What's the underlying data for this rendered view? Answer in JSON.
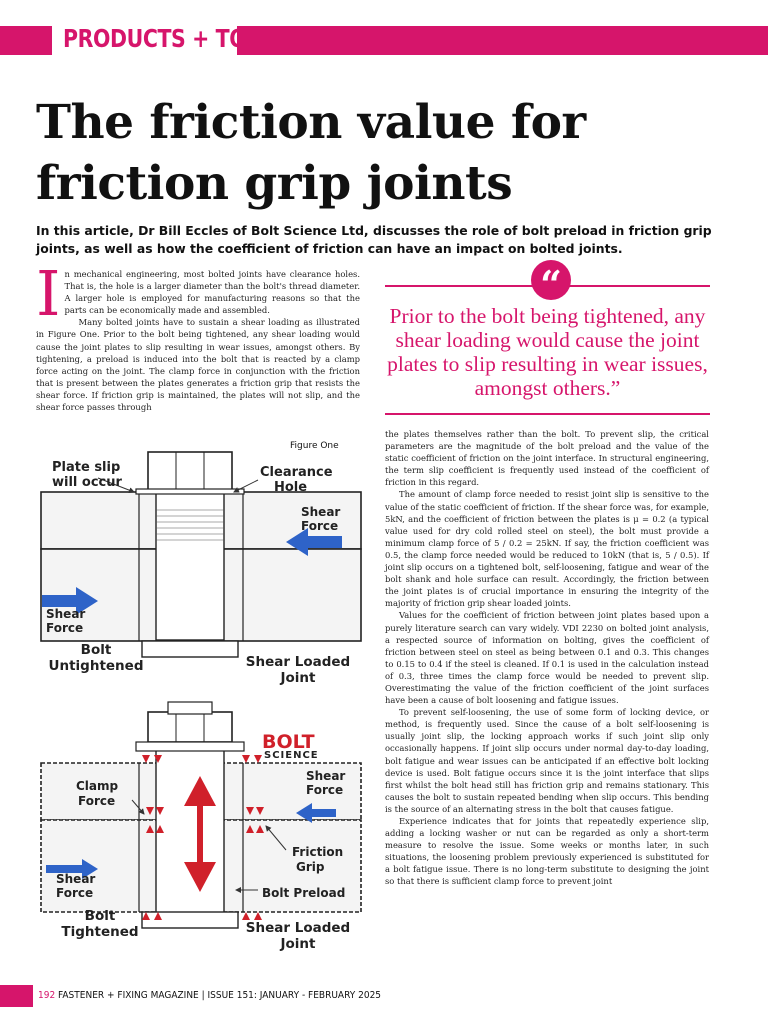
{
  "header": {
    "section": "PRODUCTS + TOOLS",
    "accent_color": "#d6156b"
  },
  "article": {
    "title": "The friction value for friction grip joints",
    "standfirst": "In this article, Dr Bill Eccles of Bolt Science Ltd, discusses the role of bolt preload in friction grip joints, as well as how the coefficient of friction can have an impact on bolted joints.",
    "dropcap": "I",
    "col1_p1": "n mechanical engineering, most bolted joints have clearance holes. That is, the hole is a larger diameter than the bolt's thread diameter. A larger hole is employed for manufacturing reasons so that the parts can be economically made and assembled.",
    "col1_p2": "Many bolted joints have to sustain a shear loading as illustrated in Figure One. Prior to the bolt being tightened, any shear loading would cause the joint plates to slip resulting in wear issues, amongst others. By tightening, a preload is induced into the bolt that is reacted by a clamp force acting on the joint. The clamp force in conjunction with the friction that is present between the plates generates a friction grip that resists the shear force. If friction grip is maintained, the plates will not slip, and the shear force passes through",
    "col2_p1": "the plates themselves rather than the bolt. To prevent slip, the critical parameters are the magnitude of the bolt preload and the value of the static coefficient of friction on the joint interface. In structural engineering, the term slip coefficient is frequently used instead of the coefficient of friction in this regard.",
    "col2_p2": "The amount of clamp force needed to resist joint slip is sensitive to the value of the static coefficient of friction. If the shear force was, for example, 5kN, and the coefficient of friction between the plates is μ = 0.2 (a typical value used for dry cold rolled steel on steel), the bolt must provide a minimum clamp force of 5 / 0.2 = 25kN. If say, the friction coefficient was 0.5, the clamp force needed would be reduced to 10kN (that is, 5 / 0.5). If joint slip occurs on a tightened bolt, self-loosening, fatigue and wear of the bolt shank and hole surface can result. Accordingly, the friction between the joint plates is of crucial importance in ensuring the integrity of the majority of friction grip shear loaded joints.",
    "col2_p3": "Values for the coefficient of friction between joint plates based upon a purely literature search can vary widely. VDI 2230 on bolted joint analysis, a respected source of information on bolting, gives the coefficient of friction between steel on steel as being between 0.1 and 0.3. This changes to 0.15 to 0.4 if the steel is cleaned. If 0.1 is used in the calculation instead of 0.3, three times the clamp force would be needed to prevent slip. Overestimating the value of the friction coefficient of the joint surfaces have been a cause of bolt loosening and fatigue issues.",
    "col2_p4": "To prevent self-loosening, the use of some form of locking device, or method, is frequently used. Since the cause of a bolt self-loosening is usually joint slip, the locking approach works if such joint slip only occasionally happens. If joint slip occurs under normal day-to-day loading, bolt fatigue and wear issues can be anticipated if an effective bolt locking device is used. Bolt fatigue occurs since it is the joint interface that slips first whilst the bolt head still has friction grip and remains stationary. This causes the bolt to sustain repeated bending when slip occurs. This bending is the source of an alternating stress in the bolt that causes fatigue.",
    "col2_p5": "Experience indicates that for joints that repeatedly experience slip, adding a locking washer or nut can be regarded as only a short-term measure to resolve the issue. Some weeks or months later, in such situations, the loosening problem previously experienced is substituted for a bolt fatigue issue. There is no long-term substitute to designing the joint so that there is sufficient clamp force to prevent joint"
  },
  "pullquote": {
    "mark": "“",
    "text": "Prior to the bolt being tightened, any shear loading would cause the joint plates to slip resulting in wear issues, amongst others.”"
  },
  "figure": {
    "caption": "Figure One",
    "top": {
      "plate_slip": [
        "Plate slip",
        "will occur"
      ],
      "clearance": [
        "Clearance",
        "Hole"
      ],
      "shear_force_right": [
        "Shear",
        "Force"
      ],
      "shear_force_left": [
        "Shear",
        "Force"
      ],
      "bolt_state": [
        "Bolt",
        "Untightened"
      ],
      "joint_state": [
        "Shear Loaded",
        "Joint"
      ]
    },
    "bottom": {
      "logo_top": "BOLT",
      "logo_bottom": "SCIENCE",
      "clamp_force": [
        "Clamp",
        "Force"
      ],
      "shear_force_right": [
        "Shear",
        "Force"
      ],
      "friction_grip": [
        "Friction",
        "Grip"
      ],
      "shear_force_left": [
        "Shear",
        "Force"
      ],
      "bolt_preload": "Bolt Preload",
      "bolt_state": [
        "Bolt",
        "Tightened"
      ],
      "joint_state": [
        "Shear Loaded",
        "Joint"
      ]
    }
  },
  "footer": {
    "page": "192",
    "text": "FASTENER + FIXING MAGAZINE  |  ISSUE 151: JANUARY - FEBRUARY 2025"
  }
}
